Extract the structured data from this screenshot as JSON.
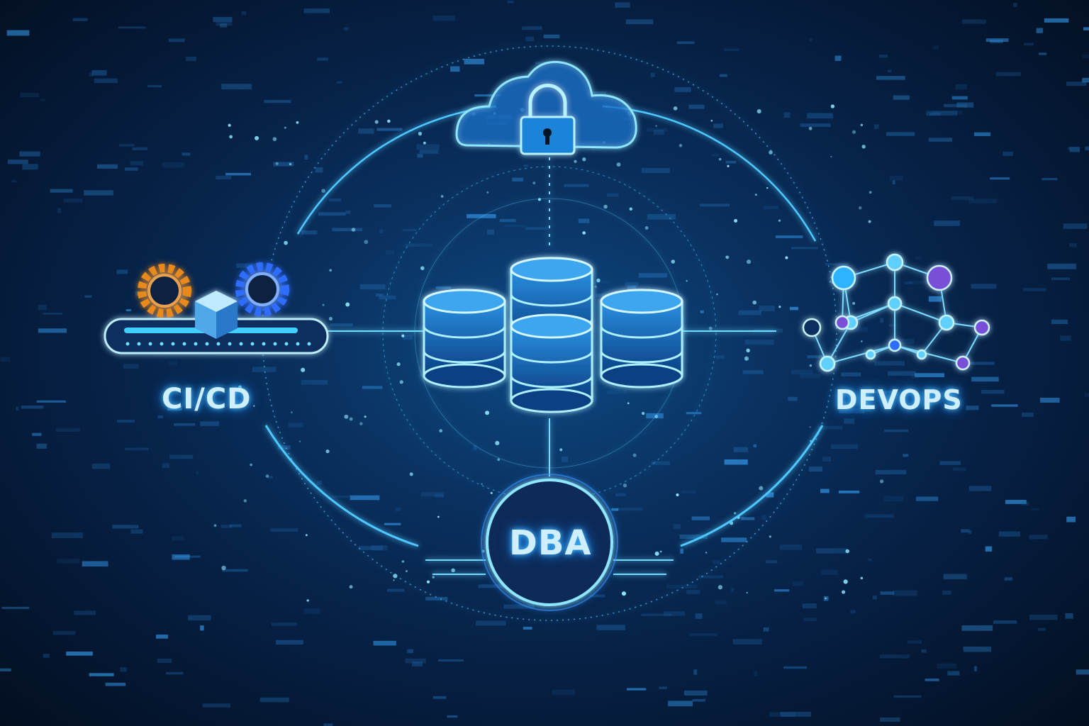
{
  "labels": {
    "cicd": "CI/CD",
    "devops": "DEVOPS",
    "dba": "DBA"
  },
  "icons": {
    "cloud": "cloud-lock-icon",
    "databases": "database-cylinders-icon",
    "gears": "gear-icon",
    "package": "package-box-icon",
    "network": "network-graph-icon"
  },
  "colors": {
    "glow": "#4fd0ff",
    "background": "#041428",
    "gear_orange": "#e8891f",
    "gear_blue": "#2f6dff",
    "node_purple": "#7a4fd8"
  }
}
